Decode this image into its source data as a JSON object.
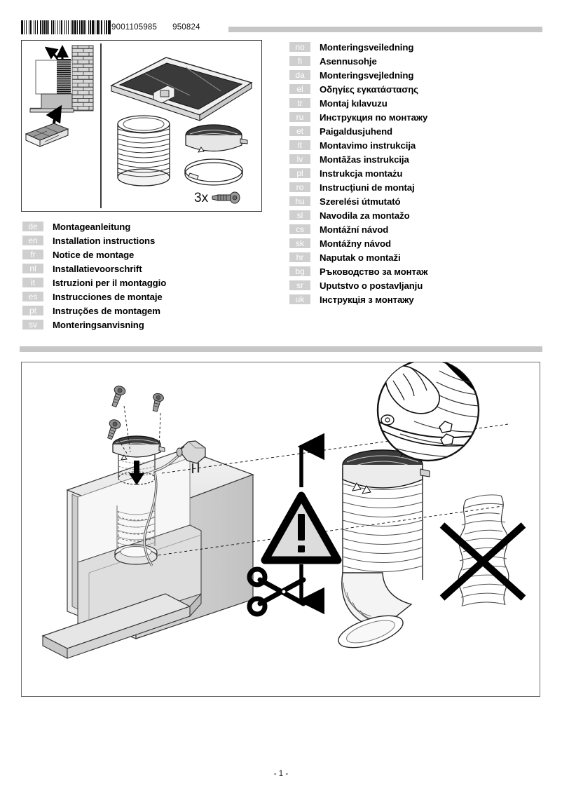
{
  "header": {
    "barcode_number": "9001105985",
    "doc_date": "950824",
    "barcode_widths": [
      3,
      1,
      1,
      2,
      1,
      3,
      1,
      1,
      2,
      3,
      1,
      1,
      1,
      2,
      1,
      3,
      2,
      1,
      1,
      1,
      3,
      1,
      2,
      1,
      1,
      3,
      1,
      1,
      2,
      1,
      1,
      3,
      1,
      2,
      1,
      1,
      2,
      3,
      1,
      1,
      1,
      2,
      1,
      3,
      1,
      1,
      2,
      1,
      3,
      1,
      1,
      2,
      1,
      1,
      3,
      1,
      2,
      1,
      1,
      3,
      1,
      1,
      2,
      1,
      3,
      1,
      1,
      2,
      3,
      1,
      1,
      1,
      2,
      3,
      1,
      1,
      2,
      1,
      4
    ]
  },
  "languages_left": [
    {
      "code": "de",
      "title": "Montageanleitung"
    },
    {
      "code": "en",
      "title": "Installation instructions"
    },
    {
      "code": "fr",
      "title": "Notice de montage"
    },
    {
      "code": "nl",
      "title": "Installatievoorschrift"
    },
    {
      "code": "it",
      "title": "Istruzioni per il montaggio"
    },
    {
      "code": "es",
      "title": "Instrucciones de montaje"
    },
    {
      "code": "pt",
      "title": "Instruções de montagem"
    },
    {
      "code": "sv",
      "title": "Monteringsanvisning"
    }
  ],
  "languages_right": [
    {
      "code": "no",
      "title": "Monteringsveiledning"
    },
    {
      "code": "fi",
      "title": "Asennusohje"
    },
    {
      "code": "da",
      "title": "Monteringsvejledning"
    },
    {
      "code": "el",
      "title": "Οδηγίες εγκατάστασης"
    },
    {
      "code": "tr",
      "title": "Montaj kılavuzu"
    },
    {
      "code": "ru",
      "title": "Инструкция по монтажу"
    },
    {
      "code": "et",
      "title": "Paigaldusjuhend"
    },
    {
      "code": "lt",
      "title": "Montavimo instrukcija"
    },
    {
      "code": "lv",
      "title": "Montāžas instrukcija"
    },
    {
      "code": "pl",
      "title": "Instrukcja montażu"
    },
    {
      "code": "ro",
      "title": "Instrucţiuni de montaj"
    },
    {
      "code": "hu",
      "title": "Szerelési útmutató"
    },
    {
      "code": "sl",
      "title": "Navodila za montažo"
    },
    {
      "code": "cs",
      "title": "Montážní návod"
    },
    {
      "code": "sk",
      "title": "Montážny návod"
    },
    {
      "code": "hr",
      "title": "Naputak o montaži"
    },
    {
      "code": "bg",
      "title": "Ръководство за монтаж"
    },
    {
      "code": "sr",
      "title": "Uputstvo o postavljanju"
    },
    {
      "code": "uk",
      "title": "Інструкція з монтажу"
    }
  ],
  "figure_top": {
    "parts_quantity_label": "3x"
  },
  "footer": {
    "page_label": "- 1 -"
  },
  "colors": {
    "rule_gray": "#c6c6c6",
    "code_box_gray": "#cfcfcf",
    "code_text": "#ffffff",
    "ink": "#000000",
    "panel_border": "#3a3a3a"
  }
}
